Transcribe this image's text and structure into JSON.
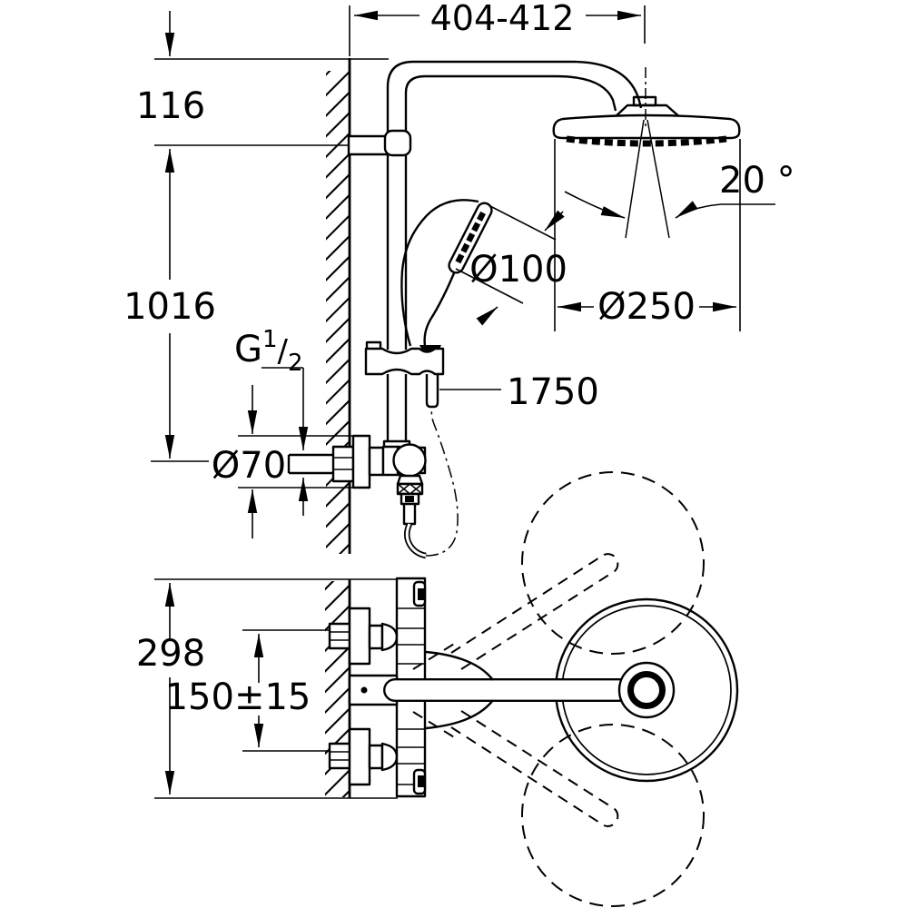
{
  "drawing": {
    "background": "#ffffff",
    "line_color": "#000000",
    "dimensions": {
      "top_width": "404-412",
      "wall_offset": "116",
      "rail_height": "1016",
      "spray_angle": "20 °",
      "hand_shower_diameter": "Ø100",
      "head_diameter": "Ø250",
      "hose_length": "1750",
      "thread_base": "G",
      "thread_numerator": "1",
      "thread_slash": "/",
      "thread_denominator": "2",
      "escutcheon_diameter": "Ø70",
      "plan_height": "298",
      "inlet_spacing": "150±15"
    }
  }
}
